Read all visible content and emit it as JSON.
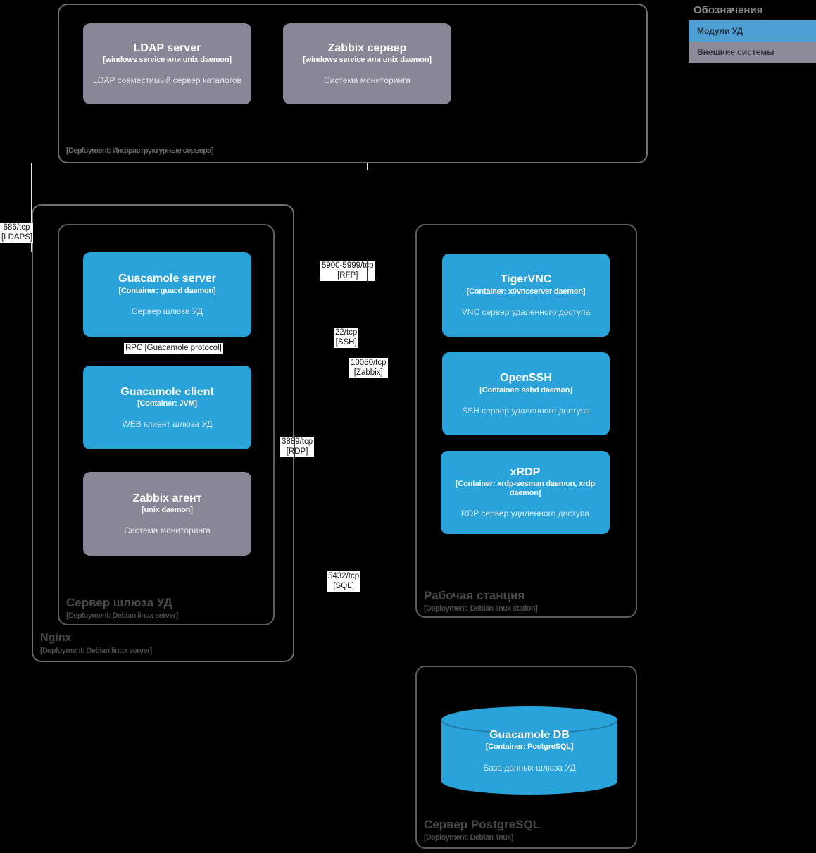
{
  "colors": {
    "background": "#000000",
    "module_blue": "#2AA2DA",
    "external_gray": "#8B8598",
    "legend_blue": "#4D9FD4",
    "legend_gray": "#8D8A99",
    "group_border": "#6F6F6F",
    "connection_label_bg": "#FFFFFF"
  },
  "legend": {
    "title": "Обозначения",
    "items": [
      {
        "label": "Модули УД"
      },
      {
        "label": "Внешние системы"
      }
    ]
  },
  "groups": {
    "infra": {
      "deployment": "[Deployment: Инфраструктурные сервера]"
    },
    "nginx": {
      "title": "Nginx",
      "deployment": "[Deployment: Debian linux server]"
    },
    "gateway": {
      "title": "Сервер шлюза УД",
      "deployment": "[Deployment: Debian linux server]"
    },
    "workstation": {
      "title": "Рабочая станция",
      "deployment": "[Deployment: Debian linux station]"
    },
    "postgres": {
      "title": "Сервер PostgreSQL",
      "deployment": "[Deployment: Debian linux]"
    }
  },
  "nodes": {
    "ldap_server": {
      "title": "LDAP server",
      "subtitle": "[windows service или unix daemon]",
      "description": "LDAP совместимый сервер каталогов"
    },
    "zabbix_server": {
      "title": "Zabbix сервер",
      "subtitle": "[windows service или unix daemon]",
      "description": "Система мониторинга"
    },
    "guacamole_server": {
      "title": "Guacamole server",
      "subtitle": "[Container: guacd daemon]",
      "description": "Сервер шлюза УД"
    },
    "guacamole_client": {
      "title": "Guacamole client",
      "subtitle": "[Container: JVM]",
      "description": "WEB клиент шлюза УД"
    },
    "zabbix_agent": {
      "title": "Zabbix агент",
      "subtitle": "[unix daemon]",
      "description": "Система мониторинга"
    },
    "tigervnc": {
      "title": "TigerVNC",
      "subtitle": "[Container: x0vncserver daemon]",
      "description": "VNC сервер удаленного доступа"
    },
    "openssh": {
      "title": "OpenSSH",
      "subtitle": "[Container: sshd daemon]",
      "description": "SSH сервер удаленного доступа"
    },
    "xrdp": {
      "title": "xRDP",
      "subtitle": "[Container: xrdp-sesman daemon, xrdp daemon]",
      "description": "RDP сервер удаленного доступа"
    },
    "guacamole_db": {
      "title": "Guacamole DB",
      "subtitle": "[Container: PostgreSQL]",
      "description": "База данных шлюза УД"
    }
  },
  "connections": {
    "ldaps": "686/tcp\n[LDAPS]",
    "rfp": "5900-5999/tcp\n[RFP]",
    "ssh": "22/tcp\n[SSH]",
    "zabbix": "10050/tcp\n[Zabbix]",
    "rdp": "3889/tcp\n[RDP]",
    "sql": "5432/tcp\n[SQL]",
    "rpc": "RPC [Guacamole protocol]"
  }
}
